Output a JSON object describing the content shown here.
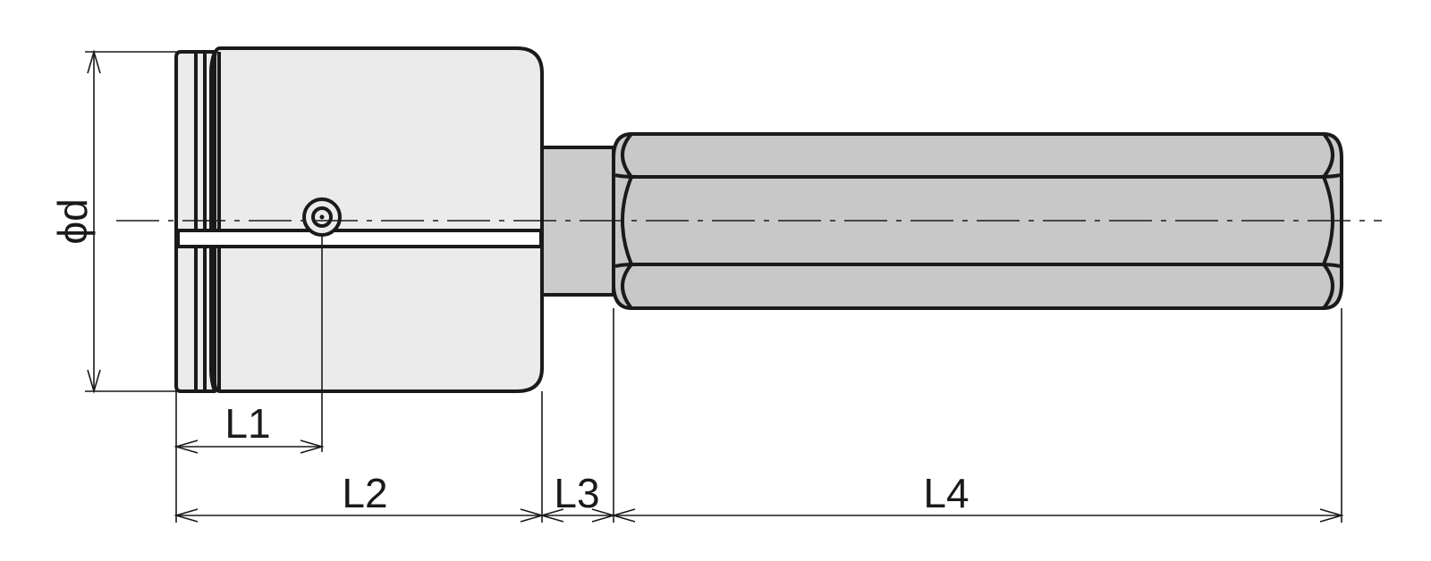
{
  "dimensions": {
    "diameter": "ϕd",
    "l1": "L1",
    "l2": "L2",
    "l3": "L3",
    "l4": "L4"
  },
  "colors": {
    "collet_body": "#ebebeb",
    "neck": "#cbcbcb",
    "hex_shank": "#c8c8c8",
    "outline": "#1a1a1a"
  }
}
